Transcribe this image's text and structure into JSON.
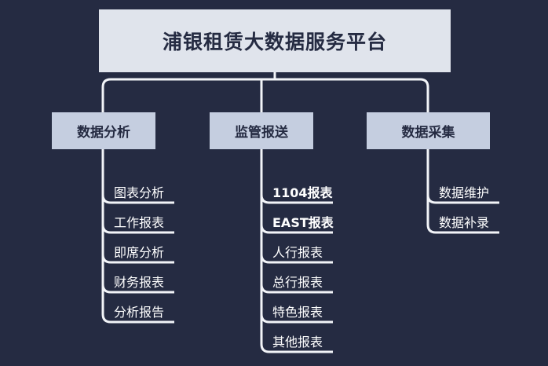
{
  "colors": {
    "background": "#252b42",
    "root_box": "#e0e4ec",
    "level2_box": "#c5cee0",
    "box_text": "#252b42",
    "leaf_text": "#ffffff",
    "connector": "#f2f4f8"
  },
  "root": {
    "label": "浦银租赁大数据服务平台"
  },
  "branches": [
    {
      "label": "数据分析",
      "leaves": [
        {
          "label": "图表分析",
          "bold": false
        },
        {
          "label": "工作报表",
          "bold": false
        },
        {
          "label": "即席分析",
          "bold": false
        },
        {
          "label": "财务报表",
          "bold": false
        },
        {
          "label": "分析报告",
          "bold": false
        }
      ]
    },
    {
      "label": "监管报送",
      "leaves": [
        {
          "label": "1104报表",
          "bold": true
        },
        {
          "label": "EAST报表",
          "bold": true
        },
        {
          "label": "人行报表",
          "bold": false
        },
        {
          "label": "总行报表",
          "bold": false
        },
        {
          "label": "特色报表",
          "bold": false
        },
        {
          "label": "其他报表",
          "bold": false
        }
      ]
    },
    {
      "label": "数据采集",
      "leaves": [
        {
          "label": "数据维护",
          "bold": false
        },
        {
          "label": "数据补录",
          "bold": false
        }
      ]
    }
  ]
}
